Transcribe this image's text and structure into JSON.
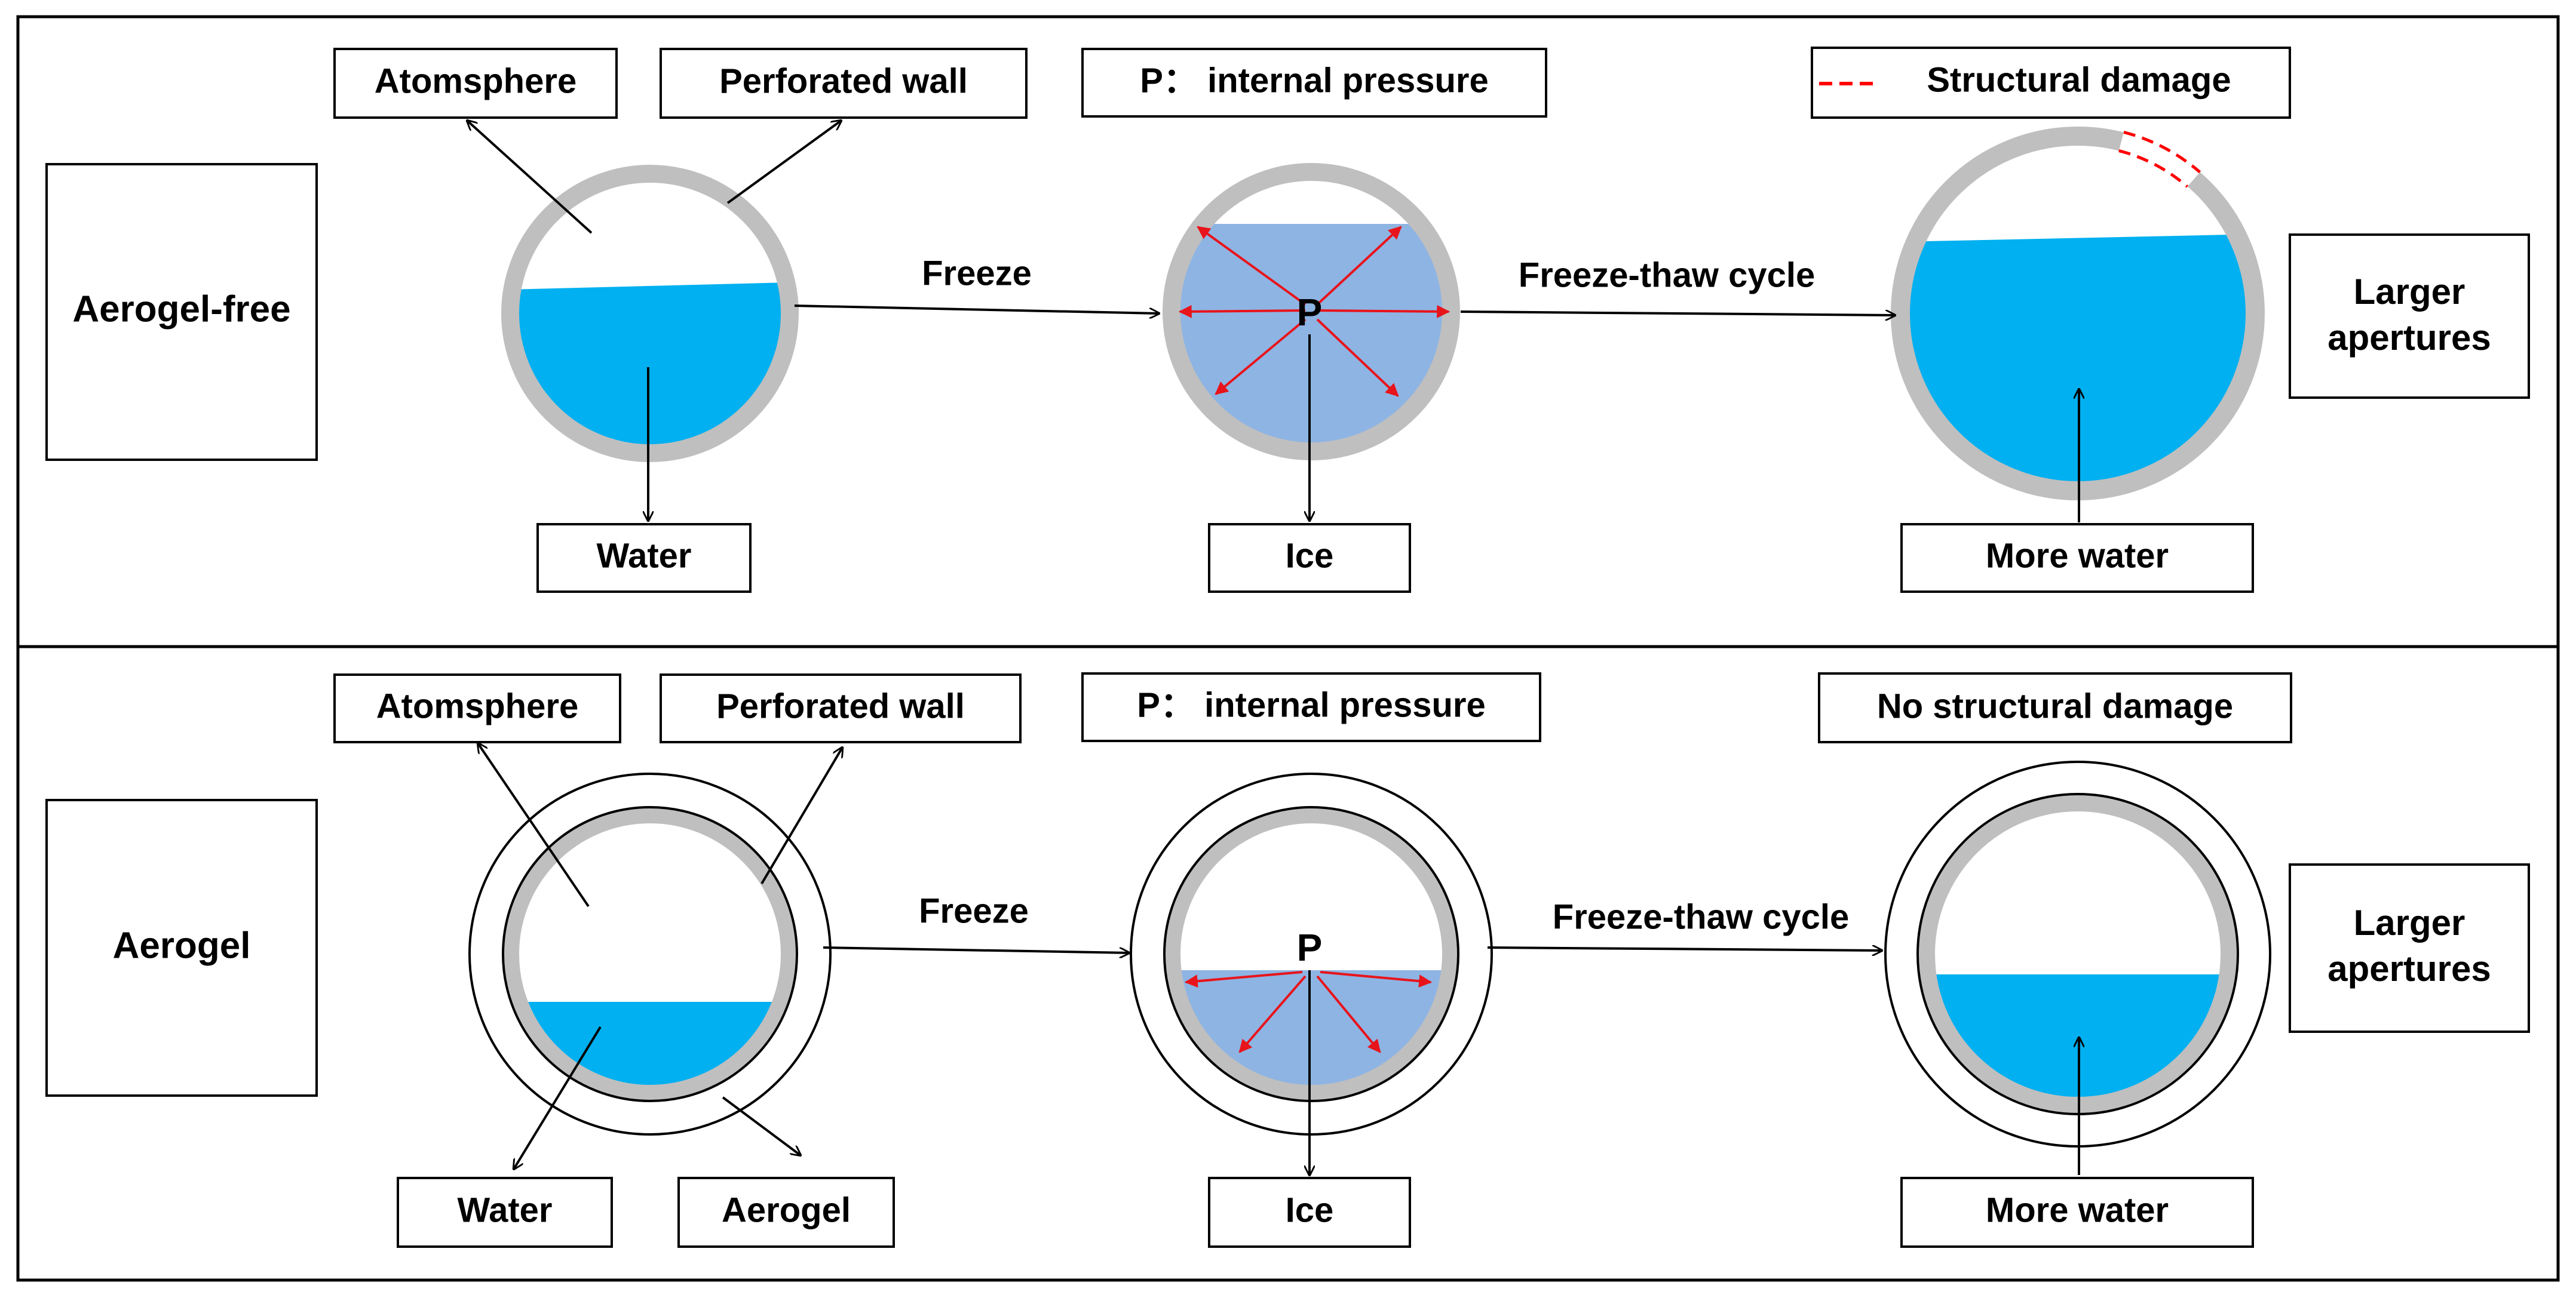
{
  "colors": {
    "water": "#00b0f0",
    "ice": "#8eb4e3",
    "wall": "#bfbfbf",
    "pressure_arrow": "#e8141b",
    "damage": "#ff0000",
    "outline": "#000000"
  },
  "top": {
    "side_label": "Aerogel-free",
    "atmosphere": "Atomsphere",
    "perforated_wall": "Perforated wall",
    "pressure_label": "P： internal pressure",
    "damage_legend": "Structural damage",
    "freeze": "Freeze",
    "cycle": "Freeze-thaw cycle",
    "pressure_symbol": "P",
    "water": "Water",
    "ice": "Ice",
    "more_water": "More water",
    "result_line1": "Larger",
    "result_line2": "apertures"
  },
  "bottom": {
    "side_label": "Aerogel",
    "atmosphere": "Atomsphere",
    "perforated_wall": "Perforated wall",
    "pressure_label": "P： internal pressure",
    "no_damage": "No structural damage",
    "freeze": "Freeze",
    "cycle": "Freeze-thaw cycle",
    "pressure_symbol": "P",
    "water": "Water",
    "aerogel": "Aerogel",
    "ice": "Ice",
    "more_water": "More water",
    "result_line1": "Larger",
    "result_line2": "apertures"
  }
}
